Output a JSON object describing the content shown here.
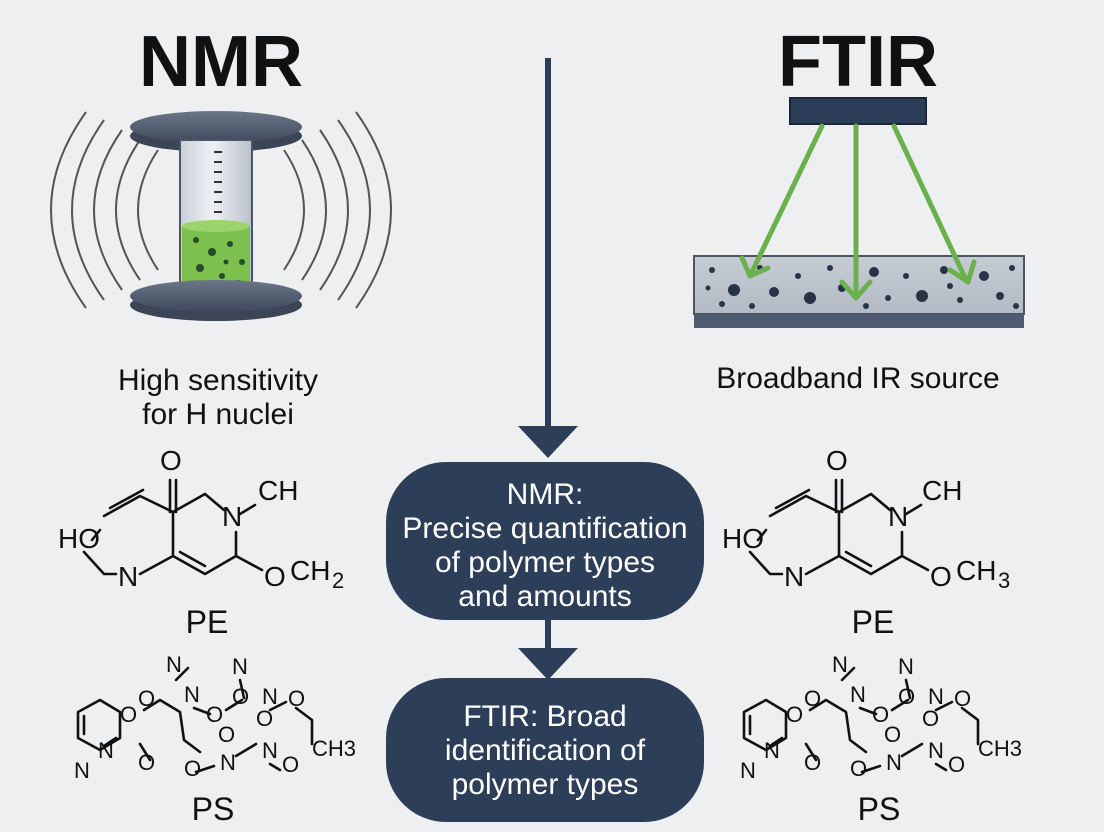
{
  "nmr": {
    "title": "NMR",
    "caption_line1": "High sensitivity",
    "caption_line2": "for H nuclei",
    "molecule_label": "PE",
    "polymer_label": "PS",
    "atoms": {
      "o_top": "O",
      "ch": "CH",
      "n_ring": "N",
      "ho": "HO",
      "n_left": "N",
      "o_right": "O",
      "ch_end": "CH",
      "ch_end_sub": "2"
    }
  },
  "ftir": {
    "title": "FTIR",
    "caption": "Broadband IR source",
    "molecule_label": "PE",
    "polymer_label": "PS",
    "atoms": {
      "o_top": "O",
      "ch": "CH",
      "n_ring": "N",
      "ho": "HO",
      "n_left": "N",
      "o_right": "O",
      "ch_end": "CH",
      "ch_end_sub": "3"
    }
  },
  "center": {
    "pill1": [
      "NMR:",
      "Precise quantification",
      "of polymer types",
      "and amounts"
    ],
    "pill2": [
      "FTIR: Broad",
      "identification of",
      "polymer types"
    ]
  },
  "ps_atoms": {
    "n1": "N",
    "o1": "O",
    "o2": "O",
    "n2": "N",
    "n3": "N",
    "o3": "O",
    "o4": "O",
    "n4": "N",
    "o5": "O",
    "o6": "O",
    "n5": "N",
    "o7": "O",
    "n6": "N",
    "ch3": "CH3",
    "n7": "N",
    "o8": "O",
    "n8": "N",
    "o9": "O",
    "o10": "O"
  },
  "colors": {
    "background": "#eeeff0",
    "pill": "#2d3e58",
    "arrow": "#2d3e58",
    "green": "#6ab04c",
    "liquid": "#7cc04d",
    "plate": "#4f5b70"
  }
}
